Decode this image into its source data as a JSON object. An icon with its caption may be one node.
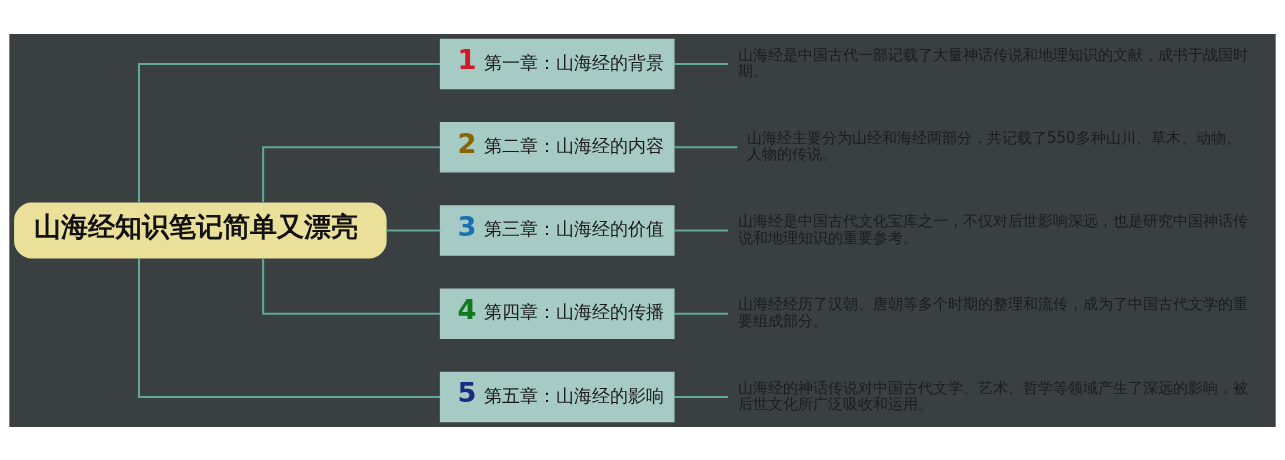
{
  "diagram": {
    "nodes": [
      {
        "text": [
          "山海经知识笔记简单又漂亮"
        ]
      },
      {
        "text": [
          "1",
          "第一章：山海经的背景"
        ]
      },
      {
        "text": [
          "山海经是中国古代一部记载了大量神话传说和地理知识的文献，成书于战国时期。"
        ]
      },
      {
        "text": [
          "2",
          "第二章：山海经的内容"
        ]
      },
      {
        "text": [
          "山海经主要分为山经和海经两部分，共记载了550多种山川、草木、动物、人物的传说。"
        ]
      },
      {
        "text": [
          "3",
          "第三章：山海经的价值"
        ]
      },
      {
        "text": [
          "山海经是中国古代文化宝库之一，不仅对后世影响深远，也是研究中国神话传说和地理知识的重要参考。"
        ]
      },
      {
        "text": [
          "4",
          "第四章：山海经的传播"
        ]
      },
      {
        "text": [
          "山海经经历了汉朝、唐朝等多个时期的整理和流传，成为了中国古代文学的重要组成部分。"
        ]
      },
      {
        "text": [
          "5",
          "第五章：山海经的影响"
        ]
      },
      {
        "text": [
          "山海经的神话传说对中国古代文学、艺术、哲学等领域产生了深远的影响，被后世文化所广泛吸收和运用。"
        ]
      }
    ],
    "edges": [
      {
        "from": 0,
        "to": 1,
        "arrow": "none"
      },
      {
        "from": 1,
        "to": 2,
        "arrow": "none"
      },
      {
        "from": 0,
        "to": 3,
        "arrow": "none"
      },
      {
        "from": 3,
        "to": 4,
        "arrow": "none"
      },
      {
        "from": 0,
        "to": 5,
        "arrow": "none"
      },
      {
        "from": 5,
        "to": 6,
        "arrow": "none"
      },
      {
        "from": 0,
        "to": 7,
        "arrow": "none"
      },
      {
        "from": 7,
        "to": 8,
        "arrow": "none"
      },
      {
        "from": 0,
        "to": 9,
        "arrow": "none"
      },
      {
        "from": 9,
        "to": 10,
        "arrow": "none"
      }
    ]
  }
}
